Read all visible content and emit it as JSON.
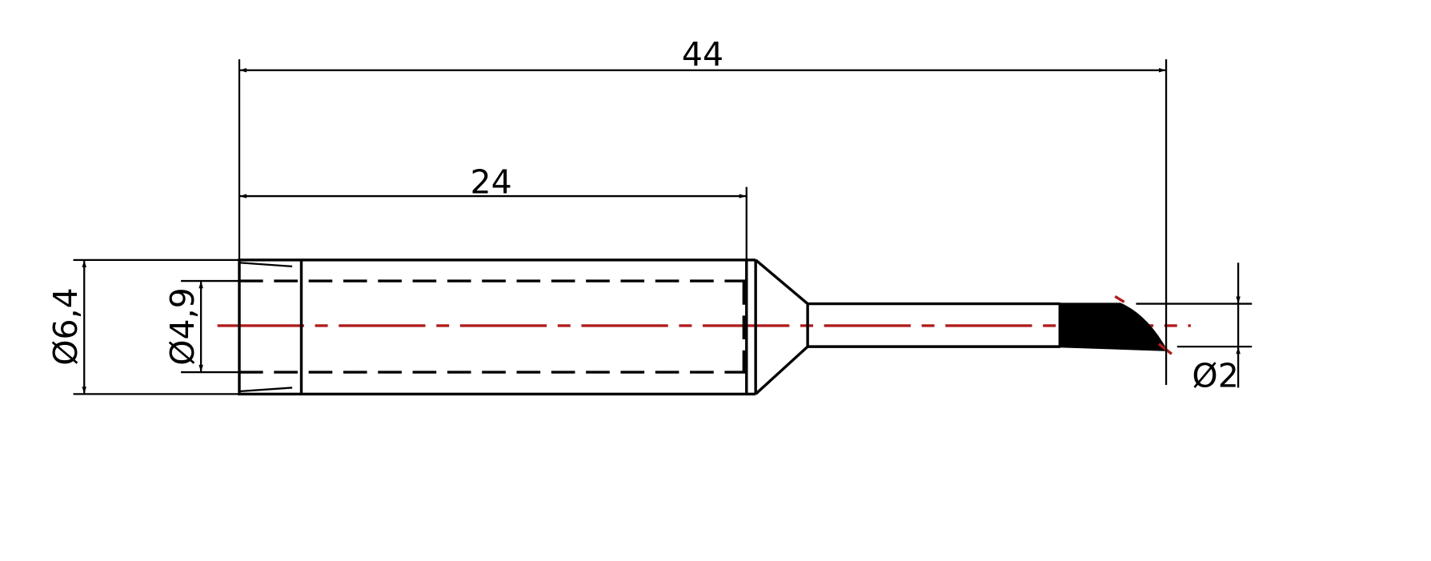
{
  "drawing": {
    "dimensions": {
      "overall_length": "44",
      "body_length": "24",
      "outer_diameter": "Ø6,4",
      "inner_diameter": "Ø4,9",
      "tip_diameter": "Ø2"
    },
    "colors": {
      "outline": "#000000",
      "centerline": "#b01c1c",
      "tip_fill": "#000000"
    }
  }
}
